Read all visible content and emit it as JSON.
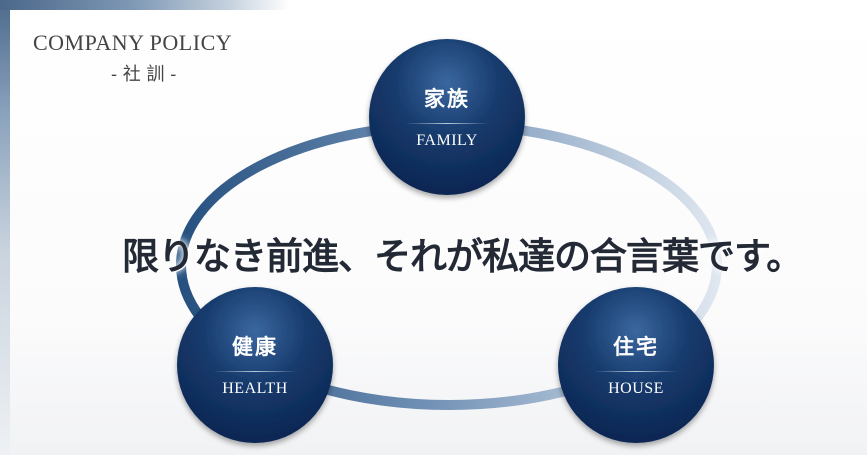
{
  "heading": {
    "title": "COMPANY POLICY",
    "subtitle": "- 社 訓 -"
  },
  "slogan": "限りなき前進、それが私達の合言葉です。",
  "circles": [
    {
      "name": "family",
      "jp": "家族",
      "en": "FAMILY"
    },
    {
      "name": "health",
      "jp": "健康",
      "en": "HEALTH"
    },
    {
      "name": "house",
      "jp": "住宅",
      "en": "HOUSE"
    }
  ],
  "colors": {
    "circle_dark": "#0c2a56",
    "circle_light": "#2e5a92",
    "ring_dark": "#2b5583",
    "ring_light": "#dfe7f0",
    "text_dark": "#232a36"
  }
}
